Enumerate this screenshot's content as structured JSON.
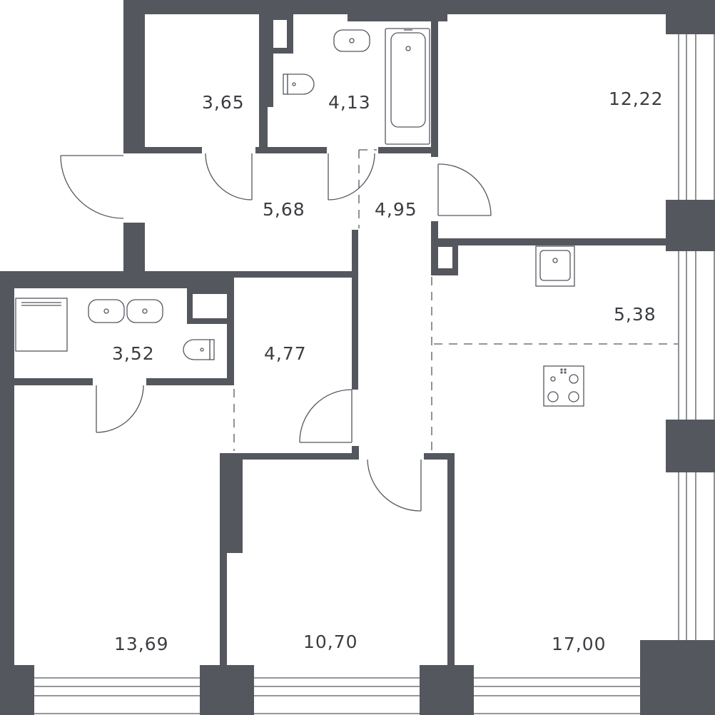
{
  "colors": {
    "wall": "#55575f",
    "text": "#3b3d42",
    "background": "#ffffff"
  },
  "rooms": [
    {
      "id": "storage",
      "area": "3,65"
    },
    {
      "id": "bathroom-1",
      "area": "4,13"
    },
    {
      "id": "bedroom-ne",
      "area": "12,22"
    },
    {
      "id": "hall",
      "area": "5,68"
    },
    {
      "id": "corridor",
      "area": "4,95"
    },
    {
      "id": "kitchen",
      "area": "5,38"
    },
    {
      "id": "bathroom-2",
      "area": "3,52"
    },
    {
      "id": "dressing",
      "area": "4,77"
    },
    {
      "id": "bedroom-sw",
      "area": "13,69"
    },
    {
      "id": "bedroom-s",
      "area": "10,70"
    },
    {
      "id": "living-room",
      "area": "17,00"
    }
  ],
  "fixtures": [
    "bathtub-icon",
    "sink-icon",
    "toilet-icon",
    "washing-machine-icon",
    "kitchen-sink-icon",
    "cooktop-icon"
  ]
}
